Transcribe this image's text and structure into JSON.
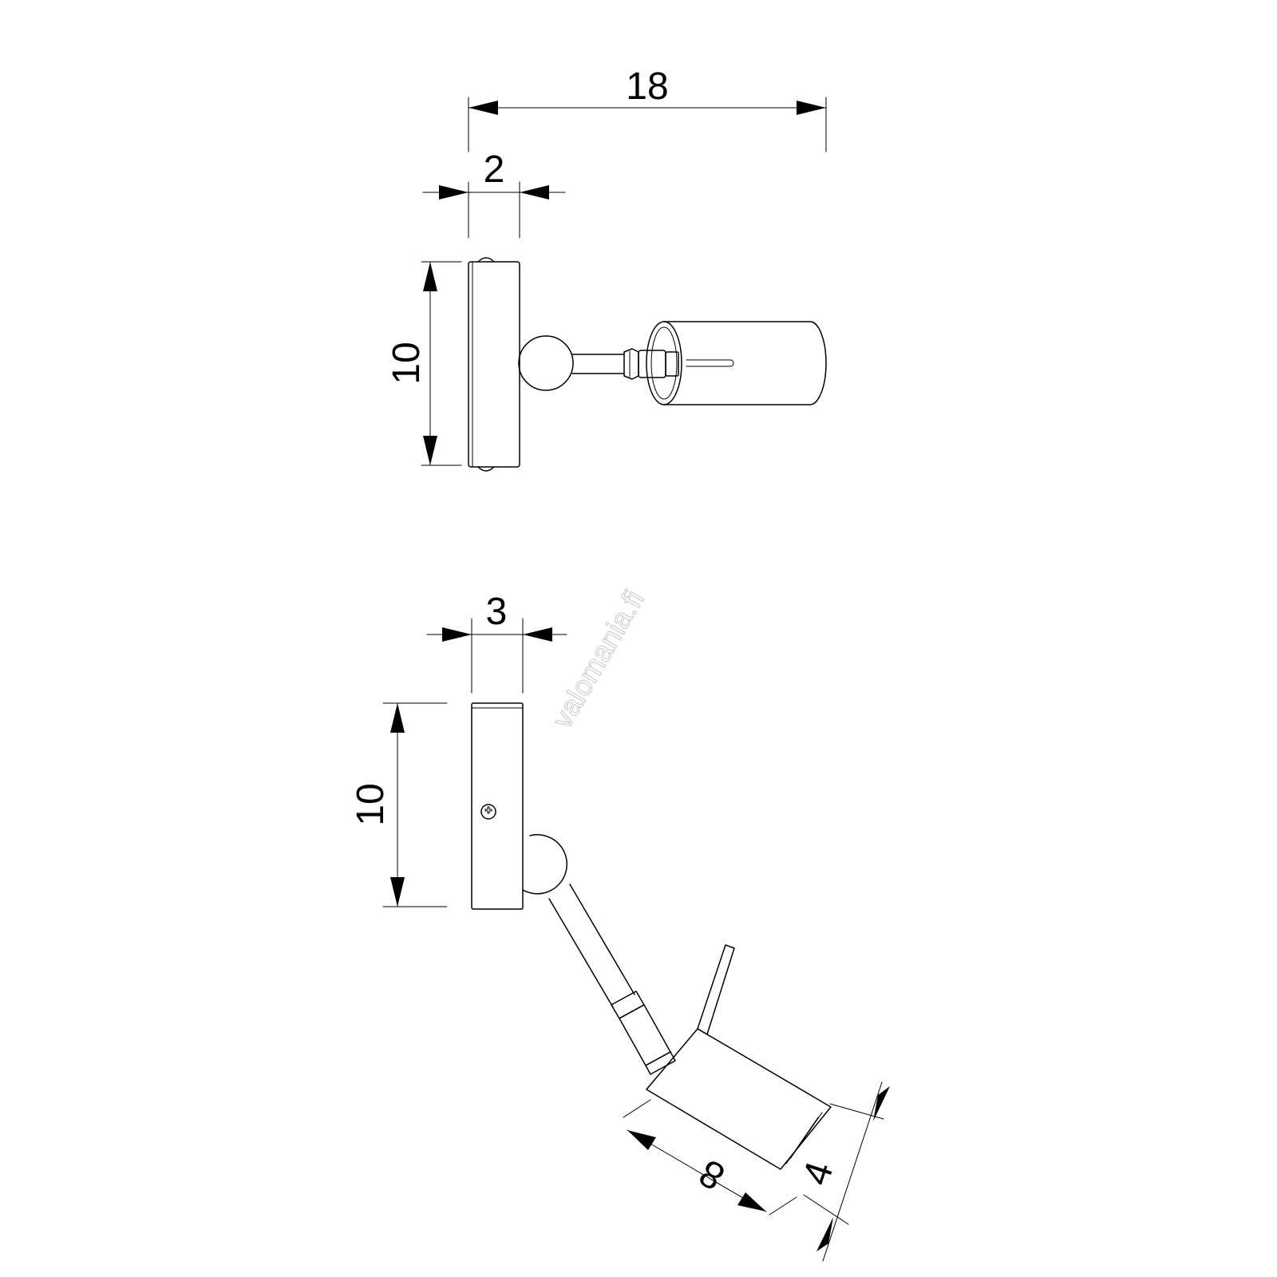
{
  "watermark": "valomania.fi",
  "top_view": {
    "dimensions": {
      "total_length": "18",
      "base_depth": "2",
      "height": "10"
    }
  },
  "side_view": {
    "dimensions": {
      "base_depth": "3",
      "height": "10",
      "shade_length": "8",
      "shade_diameter": "4"
    }
  },
  "colors": {
    "line": "#000000",
    "watermark": "#c8c8c8",
    "background": "#ffffff"
  }
}
